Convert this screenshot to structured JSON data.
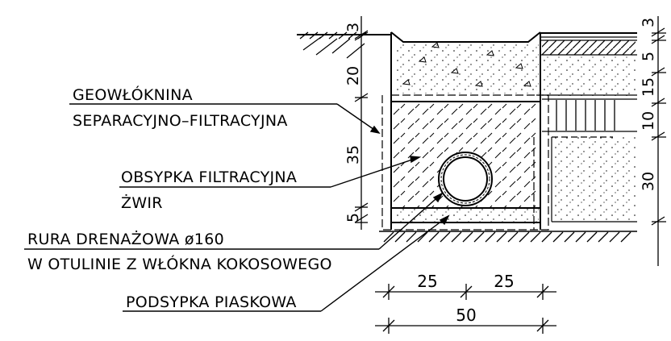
{
  "labels": {
    "geowloknina_1": "GEOWŁÓKNINA",
    "geowloknina_2": "SEPARACYJNO–FILTRACYJNA",
    "obsypka_1": "OBSYPKA FILTRACYJNA",
    "obsypka_2": "ŻWIR",
    "rura_1": "RURA DRENAŻOWA ø160",
    "rura_2": "W OTULINIE Z WŁÓKNA KOKOSOWEGO",
    "podsypka": "PODSYPKA PIASKOWA"
  },
  "dimensions": {
    "left_vertical": [
      "3",
      "20",
      "35",
      "5"
    ],
    "right_vertical": [
      "3",
      "5",
      "15",
      "10",
      "30"
    ],
    "bottom_halves": [
      "25",
      "25"
    ],
    "bottom_total": "50"
  }
}
